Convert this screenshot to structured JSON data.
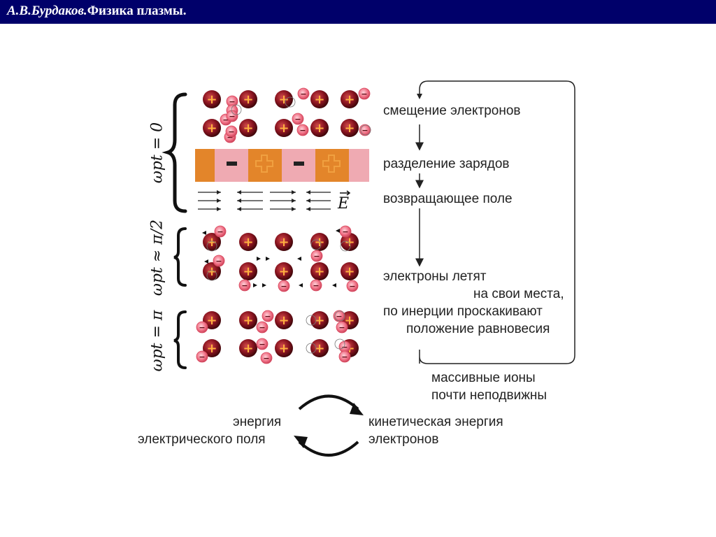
{
  "header": {
    "author": "А.В.Бурдаков.",
    "title": "Физика плазмы."
  },
  "phases": {
    "t0": "ωpt = 0",
    "t_half_pi": "ωpt ≈ π/2",
    "t_pi": "ωpt = π"
  },
  "field_symbol": "E",
  "charge_signs": {
    "ion": "+",
    "electron": "−"
  },
  "steps": {
    "displacement": "смещение электронов",
    "separation": "разделение зарядов",
    "restoring_field": "возвращающее поле",
    "return_line1": "электроны летят",
    "return_line2": "на свои места,",
    "return_line3": "по инерции проскакивают",
    "return_line4": "положение равновесия"
  },
  "ions_note": {
    "line1": "массивные ионы",
    "line2": "почти неподвижны"
  },
  "energy": {
    "field_line1": "энергия",
    "field_line2": "электрического поля",
    "kinetic_line1": "кинетическая энергия",
    "kinetic_line2": "электронов"
  },
  "colors": {
    "header_bg": "#00006a",
    "ion": "#8a1420",
    "electron": "#ef6f84",
    "negative_layer": "#e3852a",
    "positive_layer": "#efaab2"
  }
}
